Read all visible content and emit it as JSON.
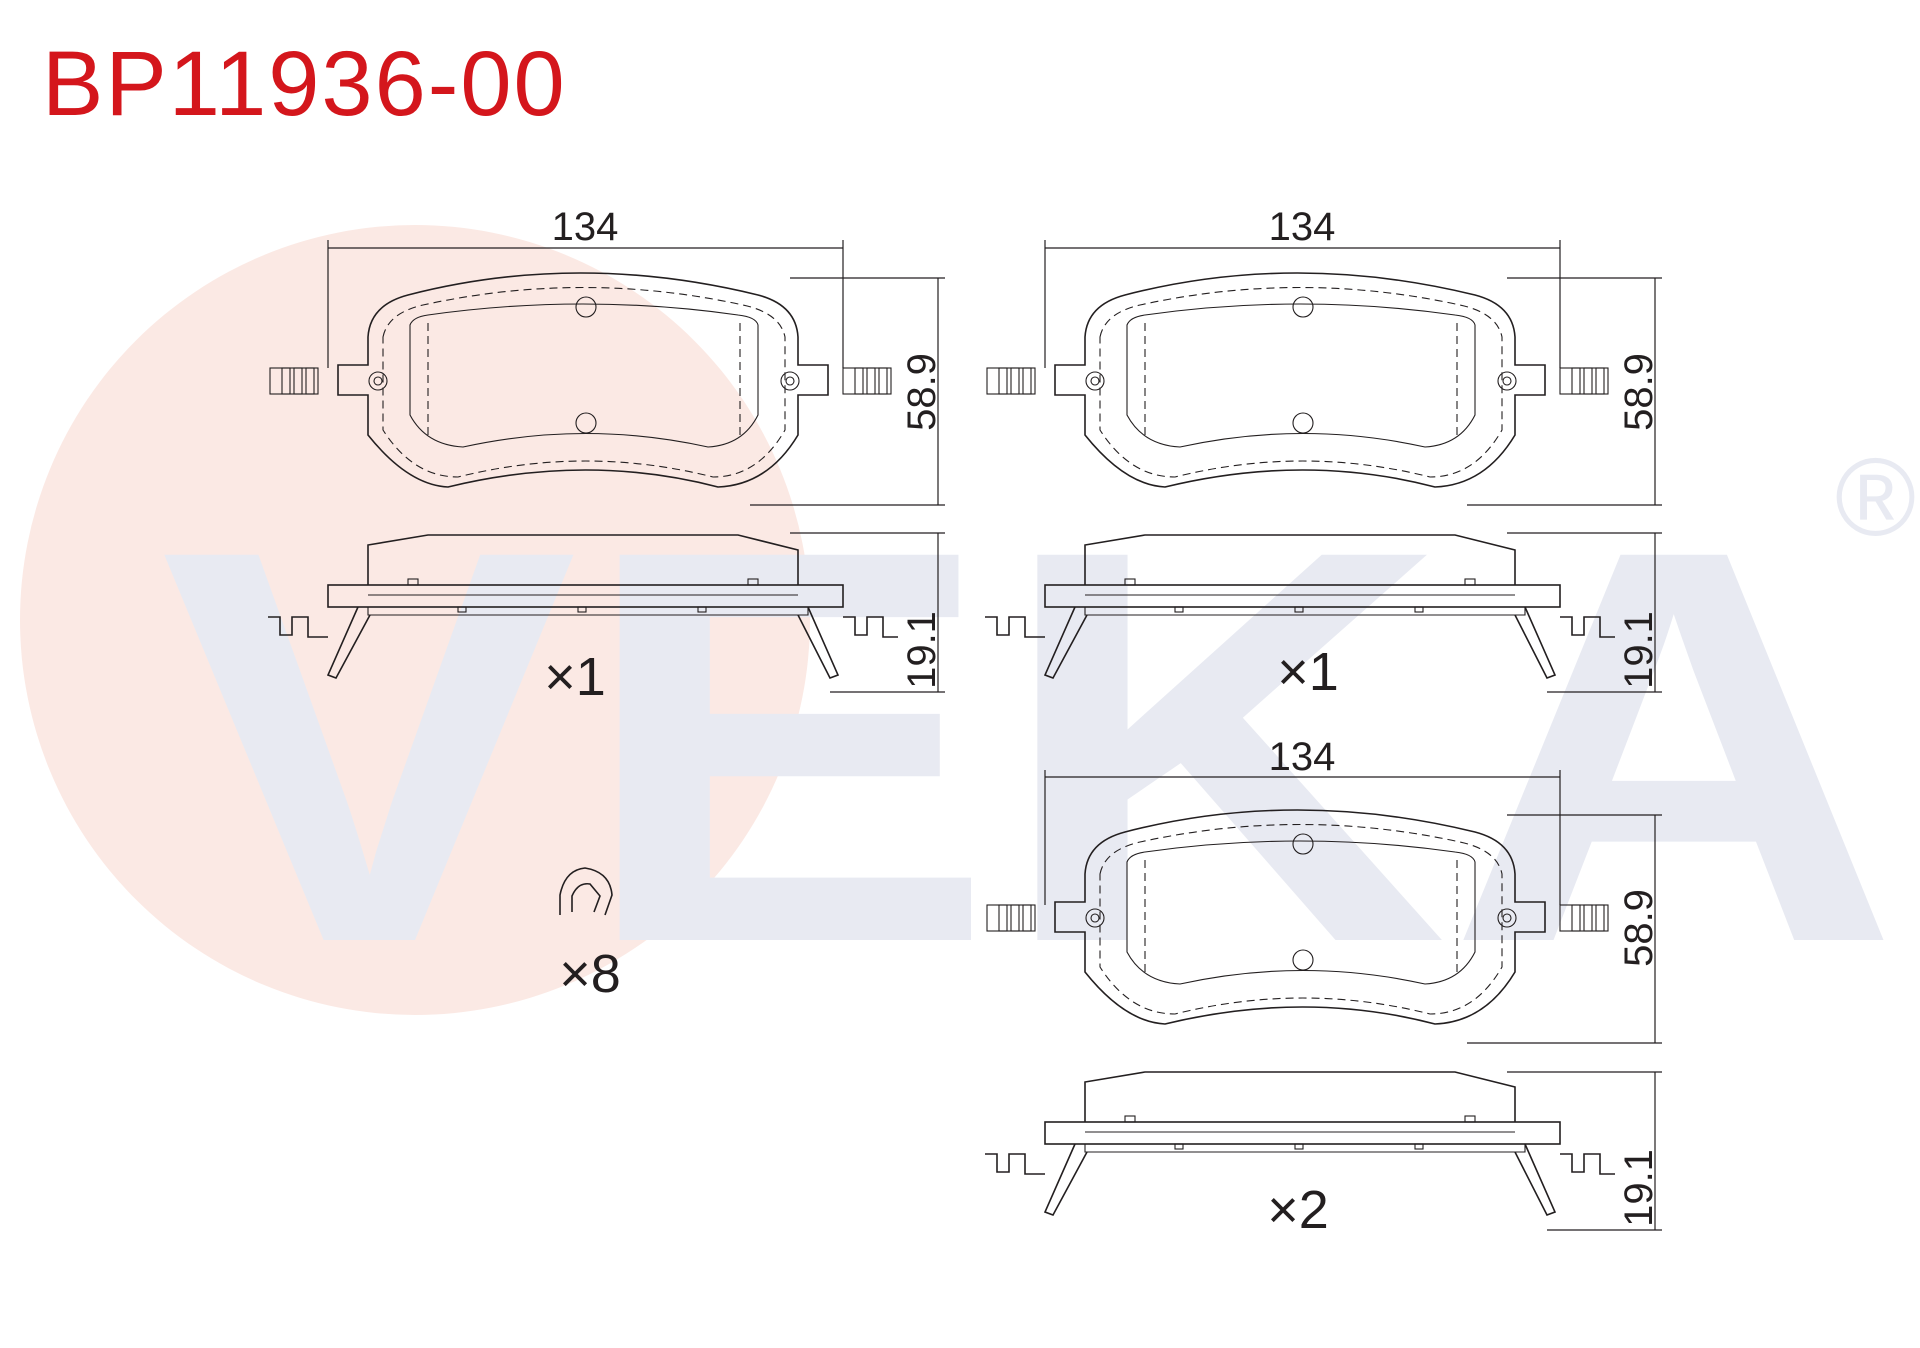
{
  "header": {
    "part_number": "BP11936-00"
  },
  "brand": {
    "watermark": "VEKA",
    "registered_mark": "®"
  },
  "colors": {
    "title": "#d4161c",
    "line": "#231f20",
    "watermark_letters": "#e8eaf2",
    "watermark_circle": "#fbe9e4"
  },
  "diagrams": [
    {
      "width_label": "134",
      "height_label": "58.9",
      "thickness_label": "19.1",
      "quantity_label": "×1"
    },
    {
      "width_label": "134",
      "height_label": "58.9",
      "thickness_label": "19.1",
      "quantity_label": "×1"
    },
    {
      "width_label": "134",
      "height_label": "58.9",
      "thickness_label": "19.1",
      "quantity_label": "×2"
    }
  ],
  "accessory": {
    "name": "spring-clip",
    "quantity_label": "×8"
  }
}
